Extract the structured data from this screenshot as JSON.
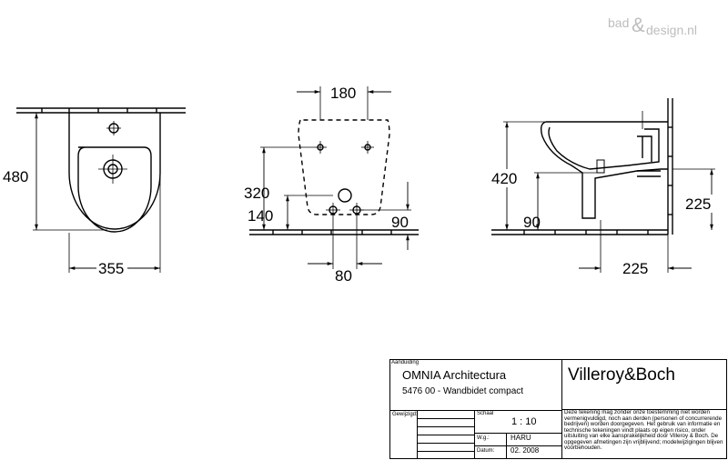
{
  "watermark": {
    "part1": "bad",
    "amp": "&",
    "part2": "design.nl"
  },
  "dimensions": {
    "left_width": "355",
    "left_height": "480",
    "front_width": "180",
    "front_height": "320",
    "front_inlet_height": "140",
    "front_bottom": "90",
    "front_spacing": "80",
    "side_height": "420",
    "side_outlet": "90",
    "side_inlet": "225",
    "side_depth": "225"
  },
  "title_block": {
    "aanduiding_label": "Aanduiding",
    "product_name": "OMNIA Architectura",
    "product_code": "5476 00 - Wandbidet compact",
    "brand": "Villeroy&Boch",
    "gewijzigd_label": "Gewijzigd:",
    "schaal_label": "Schaal",
    "scale_value": "1 : 10",
    "wg_label": "W.g.:",
    "wg_value": "HARU",
    "datum_label": "Datum:",
    "datum_value": "02. 2008",
    "disclaimer": "Deze tekening mag zonder onze toestemming niet worden vermenigvuldigd, noch aan derden (personen of concurrerende bedrijven) worden doorgegeven. Het gebruik van informatie en technische tekeningen vindt plaats op eigen risico, onder uitsluiting van elke aansprakelijkheid door Villeroy & Boch. De opgegeven afmetingen zijn vrijblijvend; modelwijzigingen blijven voorbehouden."
  }
}
